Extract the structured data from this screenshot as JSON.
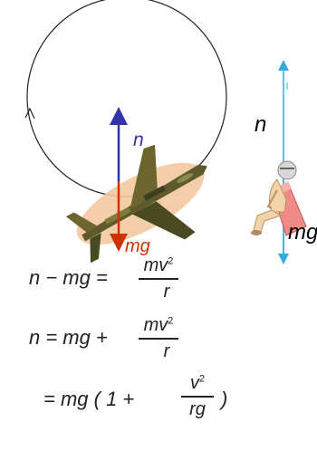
{
  "labels": {
    "n_left": "n",
    "mg_left": "mg",
    "n_right": "n",
    "mg_right": "mg"
  },
  "equations": {
    "eq1_lhs": "n − mg =",
    "eq1_num": "mv",
    "eq1_exp": "2",
    "eq1_den": "r",
    "eq2_lhs": "n = mg +",
    "eq2_num": "mv",
    "eq2_exp": "2",
    "eq2_den": "r",
    "eq3_lhs": "= mg ( 1 +",
    "eq3_num": "v",
    "eq3_exp": "2",
    "eq3_den": "rg",
    "eq3_close": ")"
  },
  "colors": {
    "n_arrow": "#3333aa",
    "mg_arrow": "#cc3300",
    "right_arrow": "#33aadd",
    "jet": "#5a5a2a",
    "shadow": "#f0c898"
  }
}
